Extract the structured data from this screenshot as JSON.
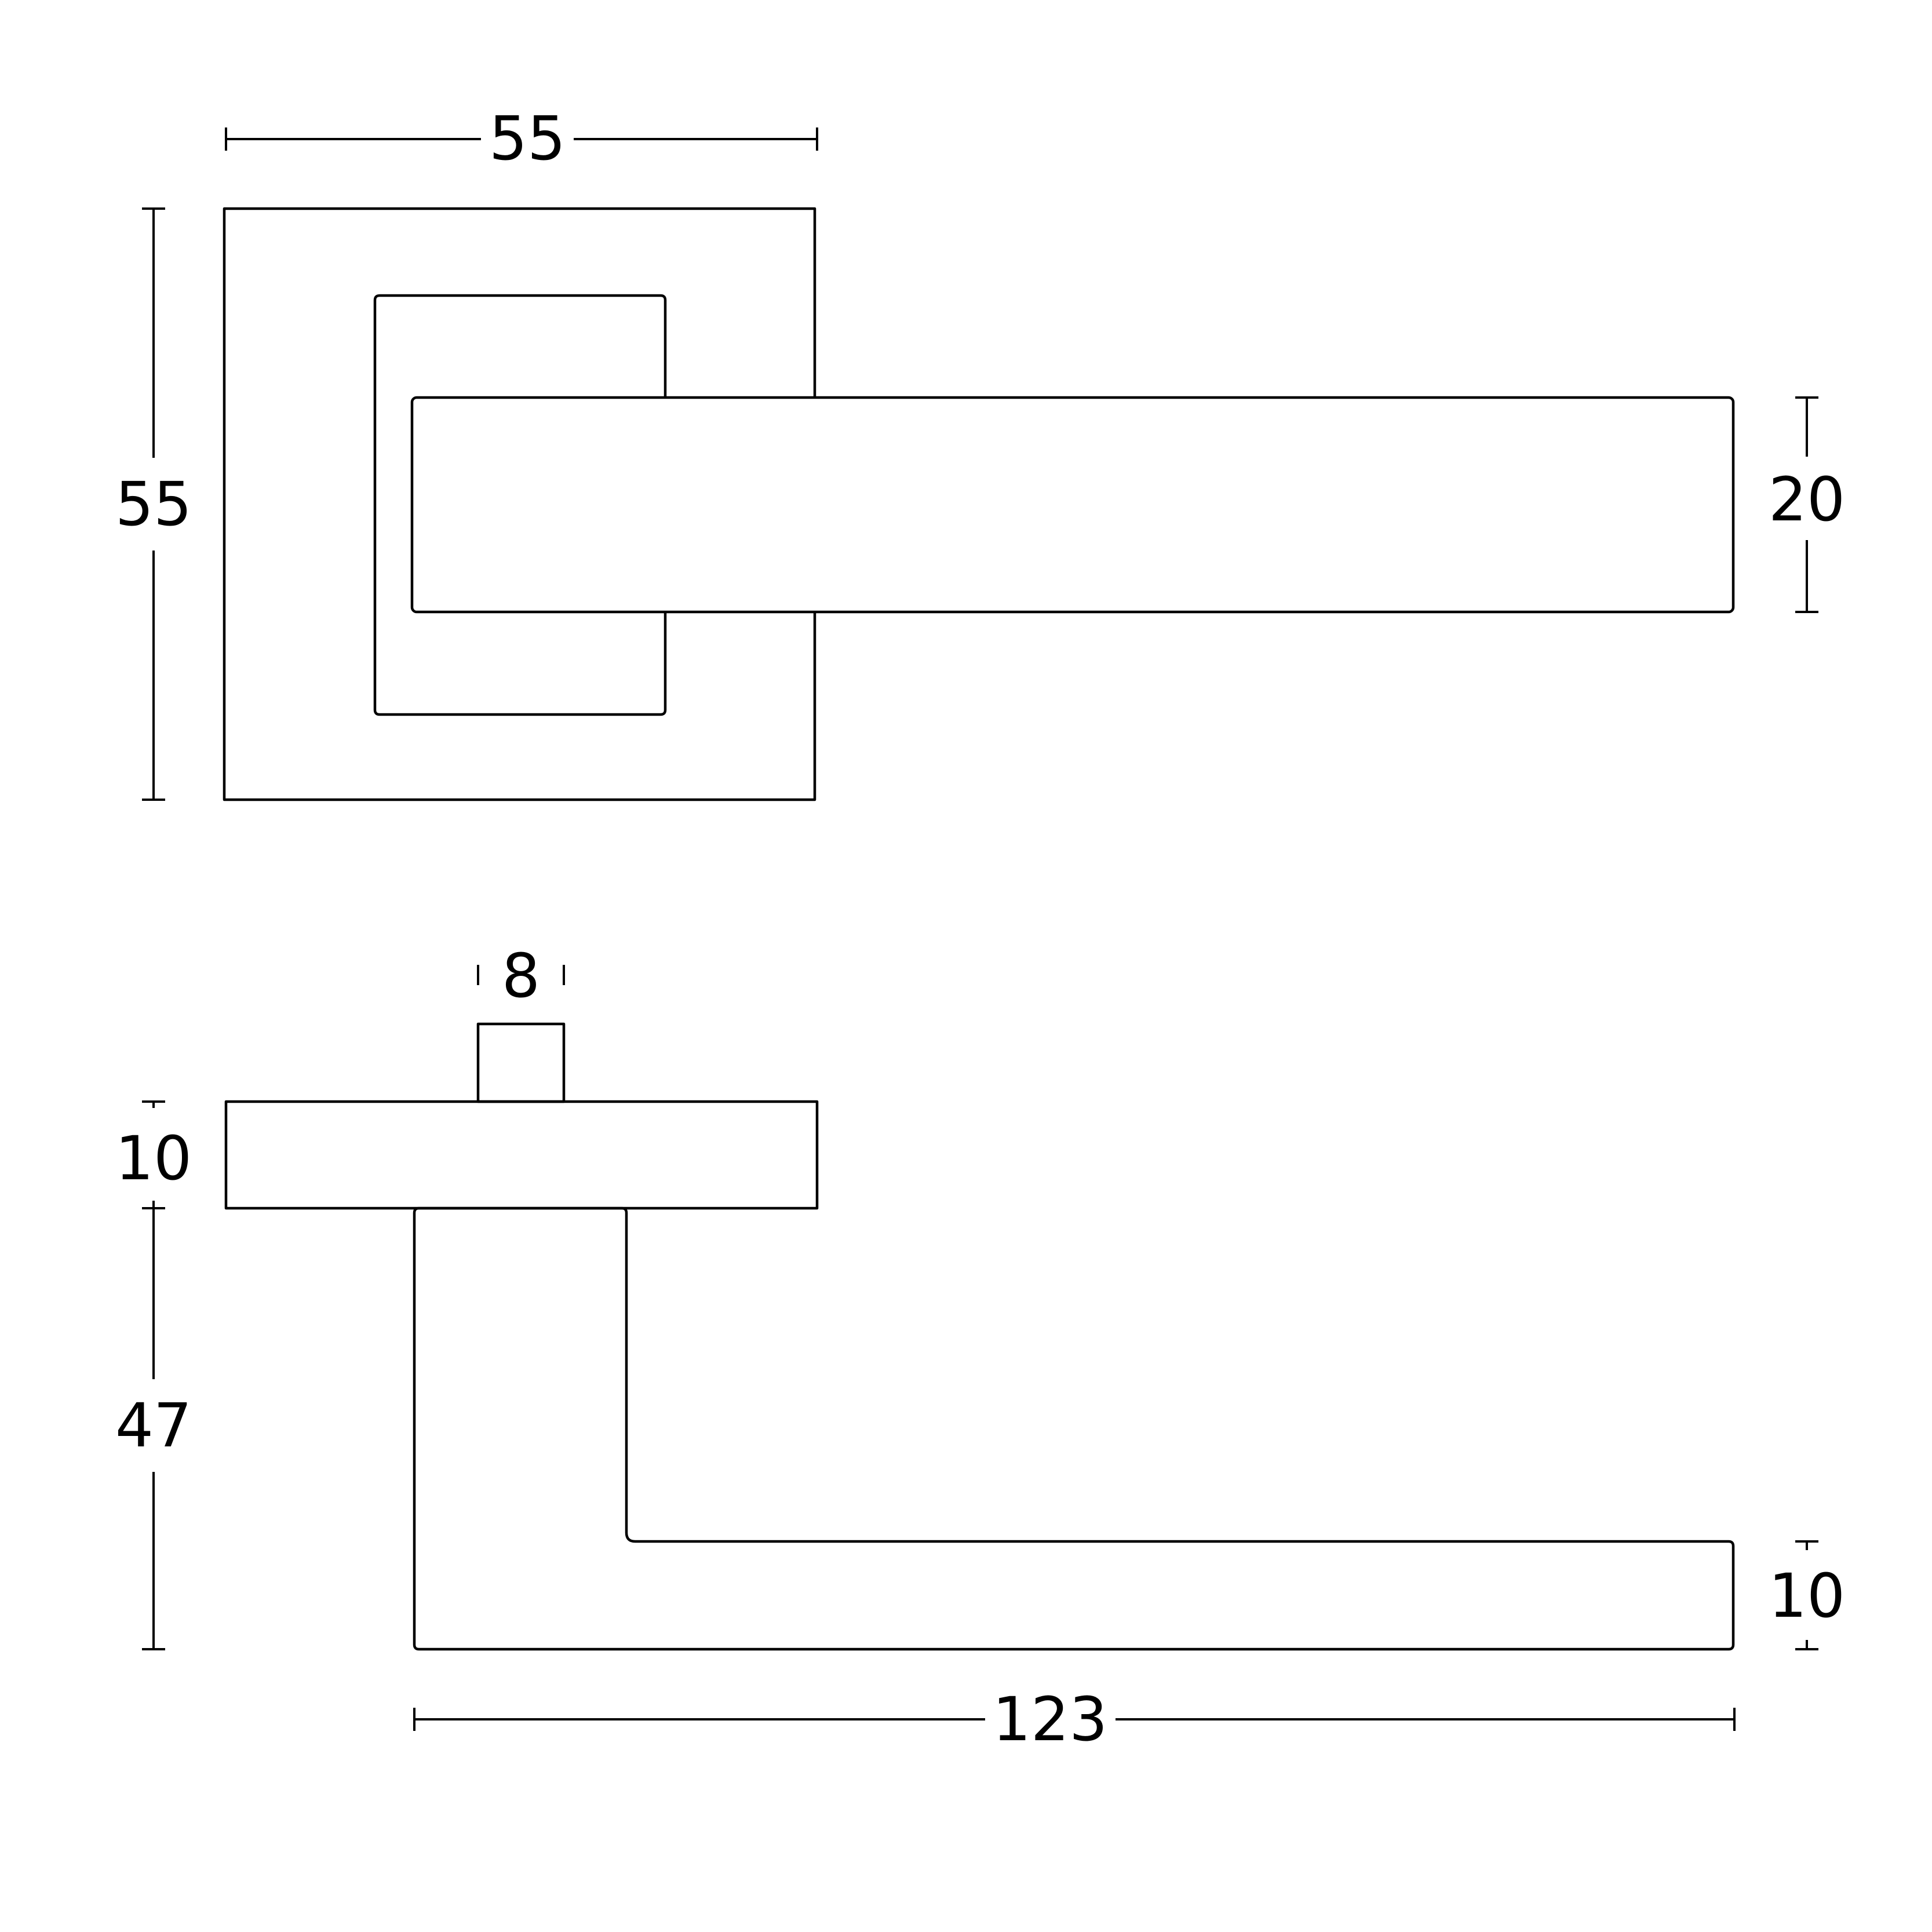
{
  "colors": {
    "line": "#000000",
    "background": "#ffffff"
  },
  "top_view": {
    "rose_width": "55",
    "rose_height": "55",
    "lever_thickness": "20"
  },
  "side_view": {
    "spindle_size": "8",
    "rose_depth": "10",
    "lever_projection": "47",
    "lever_end_thickness": "10",
    "lever_length": "123"
  }
}
